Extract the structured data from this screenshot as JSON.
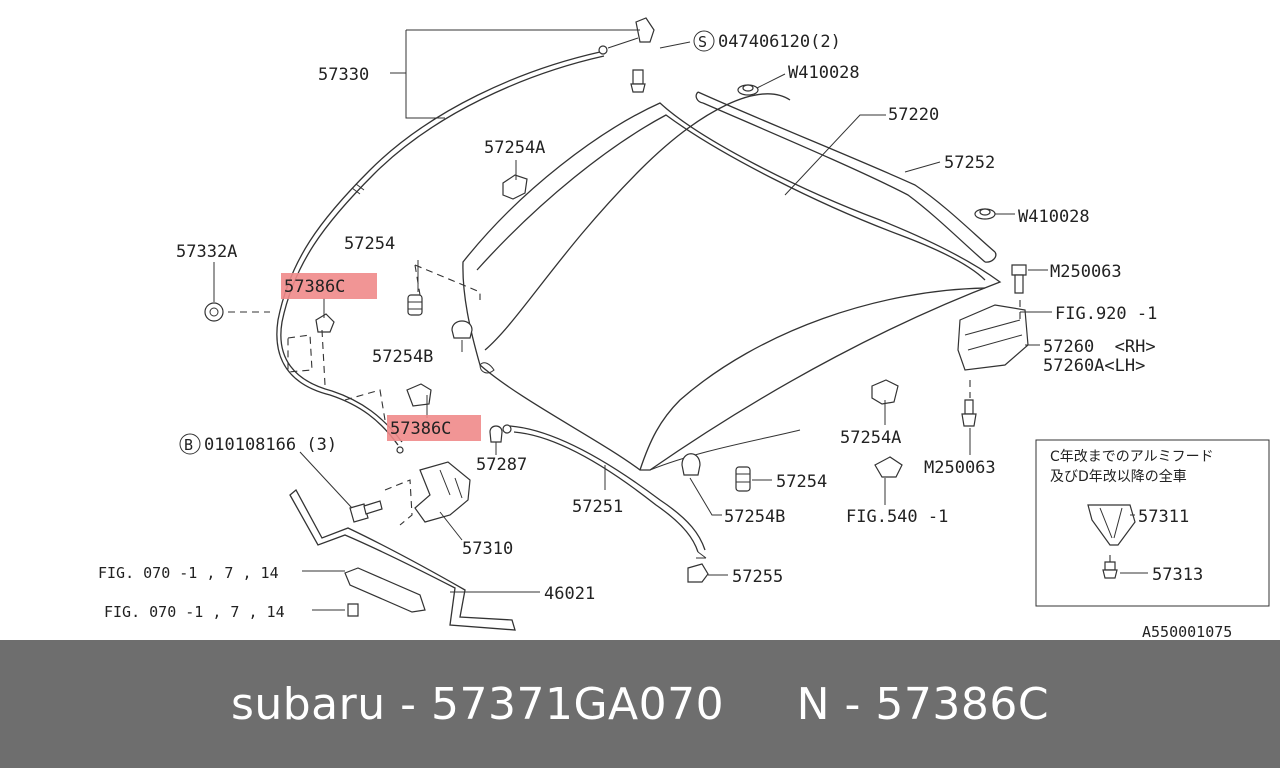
{
  "diagram": {
    "callouts": [
      {
        "id": "c57330",
        "text": "57330"
      },
      {
        "id": "cS",
        "text": "S"
      },
      {
        "id": "c047",
        "text": "047406120(2)"
      },
      {
        "id": "cW1",
        "text": "W410028"
      },
      {
        "id": "c57220",
        "text": "57220"
      },
      {
        "id": "c57252",
        "text": "57252"
      },
      {
        "id": "c57254A1",
        "text": "57254A"
      },
      {
        "id": "cW2",
        "text": "W410028"
      },
      {
        "id": "c57332A",
        "text": "57332A"
      },
      {
        "id": "c57254a",
        "text": "57254"
      },
      {
        "id": "cM1",
        "text": "M250063"
      },
      {
        "id": "c57386C1",
        "text": "57386C"
      },
      {
        "id": "cFIG920",
        "text": "FIG.920 -1"
      },
      {
        "id": "c57254B1",
        "text": "57254B"
      },
      {
        "id": "c57260",
        "text": "57260  <RH>"
      },
      {
        "id": "c57260A",
        "text": "57260A<LH>"
      },
      {
        "id": "c57386C2",
        "text": "57386C"
      },
      {
        "id": "c57254A2",
        "text": "57254A"
      },
      {
        "id": "cB",
        "text": "B"
      },
      {
        "id": "c010",
        "text": "010108166 (3)"
      },
      {
        "id": "c57287",
        "text": "57287"
      },
      {
        "id": "cM2",
        "text": "M250063"
      },
      {
        "id": "c57254b",
        "text": "57254"
      },
      {
        "id": "c57251",
        "text": "57251"
      },
      {
        "id": "c57254B2",
        "text": "57254B"
      },
      {
        "id": "cFIG540",
        "text": "FIG.540 -1"
      },
      {
        "id": "c57310",
        "text": "57310"
      },
      {
        "id": "c57255",
        "text": "57255"
      },
      {
        "id": "cFIG070a",
        "text": "FIG. 070 -1 , 7 , 14"
      },
      {
        "id": "c46021",
        "text": "46021"
      },
      {
        "id": "cFIG070b",
        "text": "FIG. 070 -1 , 7 , 14"
      },
      {
        "id": "cA55",
        "text": "A550001075"
      }
    ],
    "inset": {
      "note_line1": "C年改までのアルミフード",
      "note_line2": "及びD年改以降の全車",
      "label_57311": "57311",
      "label_57313": "57313"
    }
  },
  "footer": {
    "brand": "subaru",
    "separator1": " - ",
    "part_number": "57371GA070",
    "gap": "     ",
    "n_label": "N",
    "separator2": " - ",
    "n_value": "57386C"
  },
  "colors": {
    "highlight": "#f08a8a",
    "footer_bg": "#6e6e6e",
    "footer_text": "#ffffff",
    "line": "#333333"
  }
}
